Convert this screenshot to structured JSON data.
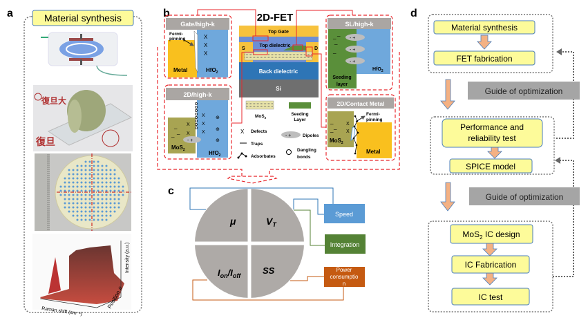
{
  "panel_labels": {
    "a": "a",
    "b": "b",
    "c": "c",
    "d": "d"
  },
  "panel_a": {
    "title": "Material synthesis",
    "raman_xlabel": "Raman shift (cm⁻¹)",
    "raman_ylabel": "Intensity (a.u.)",
    "raman_zlabel": "Position #"
  },
  "panel_b": {
    "title": "2D-FET",
    "device": {
      "top_gate": "Top Gate",
      "top_dielectric": "Top dielectric",
      "source": "S",
      "drain": "D",
      "back_dielectric": "Back dielectric",
      "substrate": "Si"
    },
    "gate_highk": {
      "header": "Gate/high-k",
      "fermi": "Fermi-",
      "pinning": "pinning",
      "metal": "Metal",
      "oxide": "HfO",
      "oxide_sub": "2"
    },
    "d2_highk": {
      "header": "2D/high-k",
      "mos2": "MoS",
      "mos2_sub": "2",
      "oxide": "HfO",
      "oxide_sub": "2"
    },
    "sl_highk": {
      "header": "SL/high-k",
      "seeding": "Seeding",
      "layer": "layer",
      "oxide": "HfO",
      "oxide_sub": "2"
    },
    "contact": {
      "header": "2D/Contact Metal",
      "fermi": "Fermi-",
      "pinning": "pinning",
      "mos2": "MoS",
      "mos2_sub": "2",
      "metal": "Metal"
    },
    "legend": {
      "mos2": "MoS",
      "mos2_sub": "2",
      "seeding": "Seeding",
      "layer": "Layer",
      "defects": "Defects",
      "traps": "Traps",
      "adsorbates": "Adsorbates",
      "dipoles": "Dipoles",
      "dangling": "Dangling",
      "bonds": "bonds"
    },
    "colors": {
      "metal": "#f9c01e",
      "hfo2": "#6fa8dc",
      "mos2": "#a8a452",
      "seeding": "#5a8f3a",
      "frame": "#e8262b"
    }
  },
  "panel_c": {
    "mu": "μ",
    "vt": "V",
    "vt_sub": "T",
    "ion": "I",
    "ion_sub": "on",
    "slash": "/",
    "ioff": "I",
    "ioff_sub": "off",
    "ss": "SS",
    "speed": "Speed",
    "integration": "Integration",
    "power_1": "Power",
    "power_2": "consumptio",
    "power_3": "n",
    "colors": {
      "speed": "#5b9bd5",
      "integration": "#548235",
      "power": "#c55a11",
      "circle": "#aeaaa7"
    }
  },
  "panel_d": {
    "material_synthesis": "Material synthesis",
    "fet_fabrication": "FET fabrication",
    "guide_1": "Guide of optimization",
    "performance_1": "Performance and",
    "performance_2": "reliability test",
    "spice": "SPICE model",
    "guide_2": "Guide of optimization",
    "ic_design": "MoS",
    "ic_design_sub": "2",
    "ic_design_rest": " IC design",
    "ic_fabrication": "IC Fabrication",
    "ic_test": "IC test",
    "colors": {
      "box": "#fdfb9a",
      "arrow": "#f4b183",
      "guide": "#a5a5a5"
    }
  }
}
